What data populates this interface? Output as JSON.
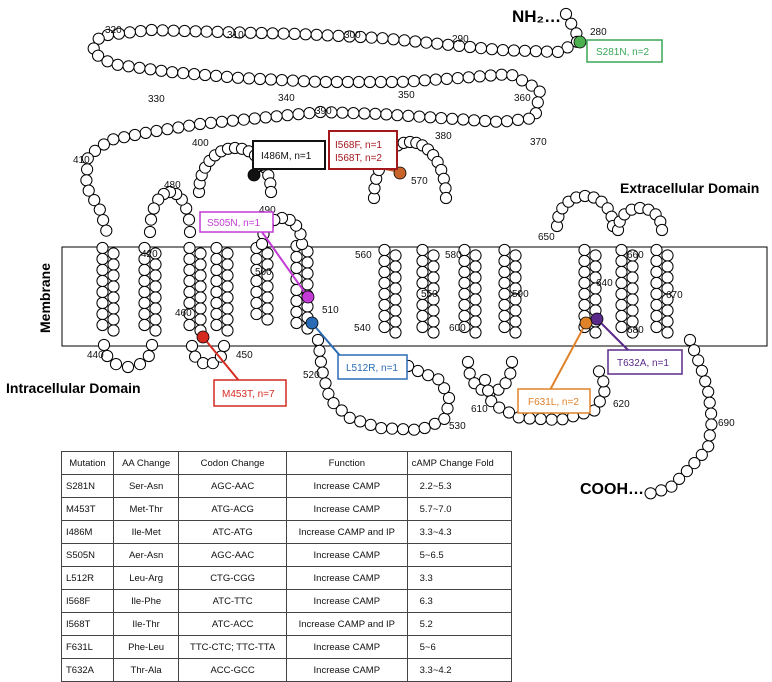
{
  "termini": {
    "n_terminus": "NH₂…",
    "c_terminus": "COOH…"
  },
  "domains": {
    "extracellular": "Extracellular Domain",
    "intracellular": "Intracellular Domain",
    "membrane": "Membrane"
  },
  "residue_numbers": [
    "280",
    "290",
    "300",
    "310",
    "320",
    "330",
    "340",
    "350",
    "360",
    "370",
    "380",
    "390",
    "400",
    "410",
    "420",
    "440",
    "450",
    "460",
    "480",
    "490",
    "500",
    "510",
    "520",
    "530",
    "540",
    "550",
    "560",
    "570",
    "580",
    "590",
    "600",
    "610",
    "620",
    "640",
    "650",
    "660",
    "670",
    "680",
    "690"
  ],
  "mutation_callouts": [
    {
      "label": "S281N, n=2",
      "color": "#3aa655"
    },
    {
      "label": "I486M, n=1",
      "color": "#111111"
    },
    {
      "label_line1": "I568F, n=1",
      "label_line2": "I568T, n=2",
      "color": "#a3181d"
    },
    {
      "label": "S505N, n=1",
      "color": "#c43ad6"
    },
    {
      "label": "L512R, n=1",
      "color": "#2a6bb5"
    },
    {
      "label": "M453T, n=7",
      "color": "#d42a20"
    },
    {
      "label": "F631L, n=2",
      "color": "#e0822a"
    },
    {
      "label": "T632A, n=1",
      "color": "#5a2a8a"
    }
  ],
  "mutation_dot_colors": {
    "S281N": "#4caf50",
    "I486M": "#111111",
    "I568": "#c8642a",
    "S505N": "#c43ad6",
    "L512R": "#2a6bb5",
    "M453T": "#d42a20",
    "F631L": "#e0822a",
    "T632A": "#5a2a8a"
  },
  "table": {
    "headers": [
      "Mutation",
      "AA Change",
      "Codon Change",
      "Function",
      "cAMP Change Fold"
    ],
    "rows": [
      [
        "S281N",
        "Ser-Asn",
        "AGC-AAC",
        "Increase CAMP",
        "2.2~5.3"
      ],
      [
        "M453T",
        "Met-Thr",
        "ATG-ACG",
        "Increase CAMP",
        "5.7~7.0"
      ],
      [
        "I486M",
        "Ile-Met",
        "ATC-ATG",
        "Increase CAMP and IP",
        "3.3~4.3"
      ],
      [
        "S505N",
        "Aer-Asn",
        "AGC-AAC",
        "Increase CAMP",
        "5~6.5"
      ],
      [
        "L512R",
        "Leu-Arg",
        "CTG-CGG",
        "Increase CAMP",
        "3.3"
      ],
      [
        "I568F",
        "Ile-Phe",
        "ATC-TTC",
        "Increase CAMP",
        "6.3"
      ],
      [
        "I568T",
        "Ile-Thr",
        "ATC-ACC",
        "Increase CAMP and IP",
        "5.2"
      ],
      [
        "F631L",
        "Phe-Leu",
        "TTC-CTC; TTC-TTA",
        "Increase CAMP",
        "5~6"
      ],
      [
        "T632A",
        "Thr-Ala",
        "ACC-GCC",
        "Increase CAMP",
        "3.3~4.2"
      ]
    ]
  }
}
